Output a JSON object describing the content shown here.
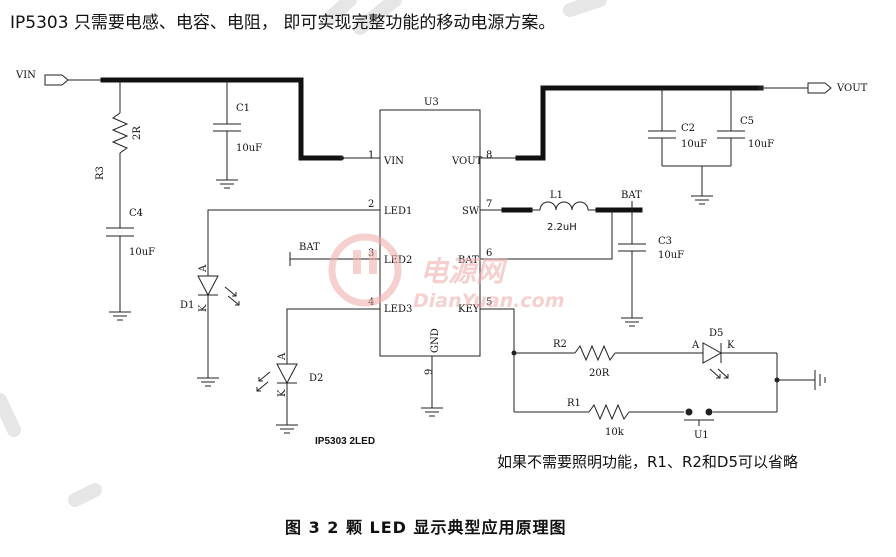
{
  "header": "IP5303 只需要电感、电容、电阻，  即可实现完整功能的移动电源方案。",
  "caption": "图 3   2 颗 LED 显示典型应用原理图",
  "note": "如果不需要照明功能，R1、R2和D5可以省略",
  "ic": {
    "ref": "U3",
    "part_label": "IP5303 2LED",
    "left_pins": [
      {
        "num": "1",
        "name": "VIN"
      },
      {
        "num": "2",
        "name": "LED1"
      },
      {
        "num": "3",
        "name": "LED2"
      },
      {
        "num": "4",
        "name": "LED3"
      }
    ],
    "right_pins": [
      {
        "num": "8",
        "name": "VOUT"
      },
      {
        "num": "7",
        "name": "SW"
      },
      {
        "num": "6",
        "name": "BAT"
      },
      {
        "num": "5",
        "name": "KEY"
      }
    ],
    "bottom_pin": {
      "num": "9",
      "name": "GND"
    }
  },
  "ports": {
    "vin": "VIN",
    "vout": "VOUT"
  },
  "net_labels": {
    "bat_sw": "BAT",
    "bat_led2": "BAT"
  },
  "components": {
    "r3": {
      "ref": "R3",
      "value": "2R"
    },
    "c1": {
      "ref": "C1",
      "value": "10uF"
    },
    "c4": {
      "ref": "C4",
      "value": "10uF"
    },
    "c2": {
      "ref": "C2",
      "value": "10uF"
    },
    "c5": {
      "ref": "C5",
      "value": "10uF"
    },
    "c3": {
      "ref": "C3",
      "value": "10uF"
    },
    "l1": {
      "ref": "L1",
      "value": "2.2uH"
    },
    "r2": {
      "ref": "R2",
      "value": "20R"
    },
    "r1": {
      "ref": "R1",
      "value": "10k"
    },
    "d1": {
      "ref": "D1",
      "anode": "A",
      "cathode": "K"
    },
    "d2": {
      "ref": "D2",
      "anode": "A",
      "cathode": "K"
    },
    "d5": {
      "ref": "D5",
      "anode": "A",
      "cathode": "K"
    },
    "u1": {
      "ref": "U1"
    }
  },
  "watermark": {
    "logo": "电源网",
    "url": "DianYuan.com"
  },
  "colors": {
    "wire": "#222222",
    "watermark": "#f0a9a9"
  }
}
